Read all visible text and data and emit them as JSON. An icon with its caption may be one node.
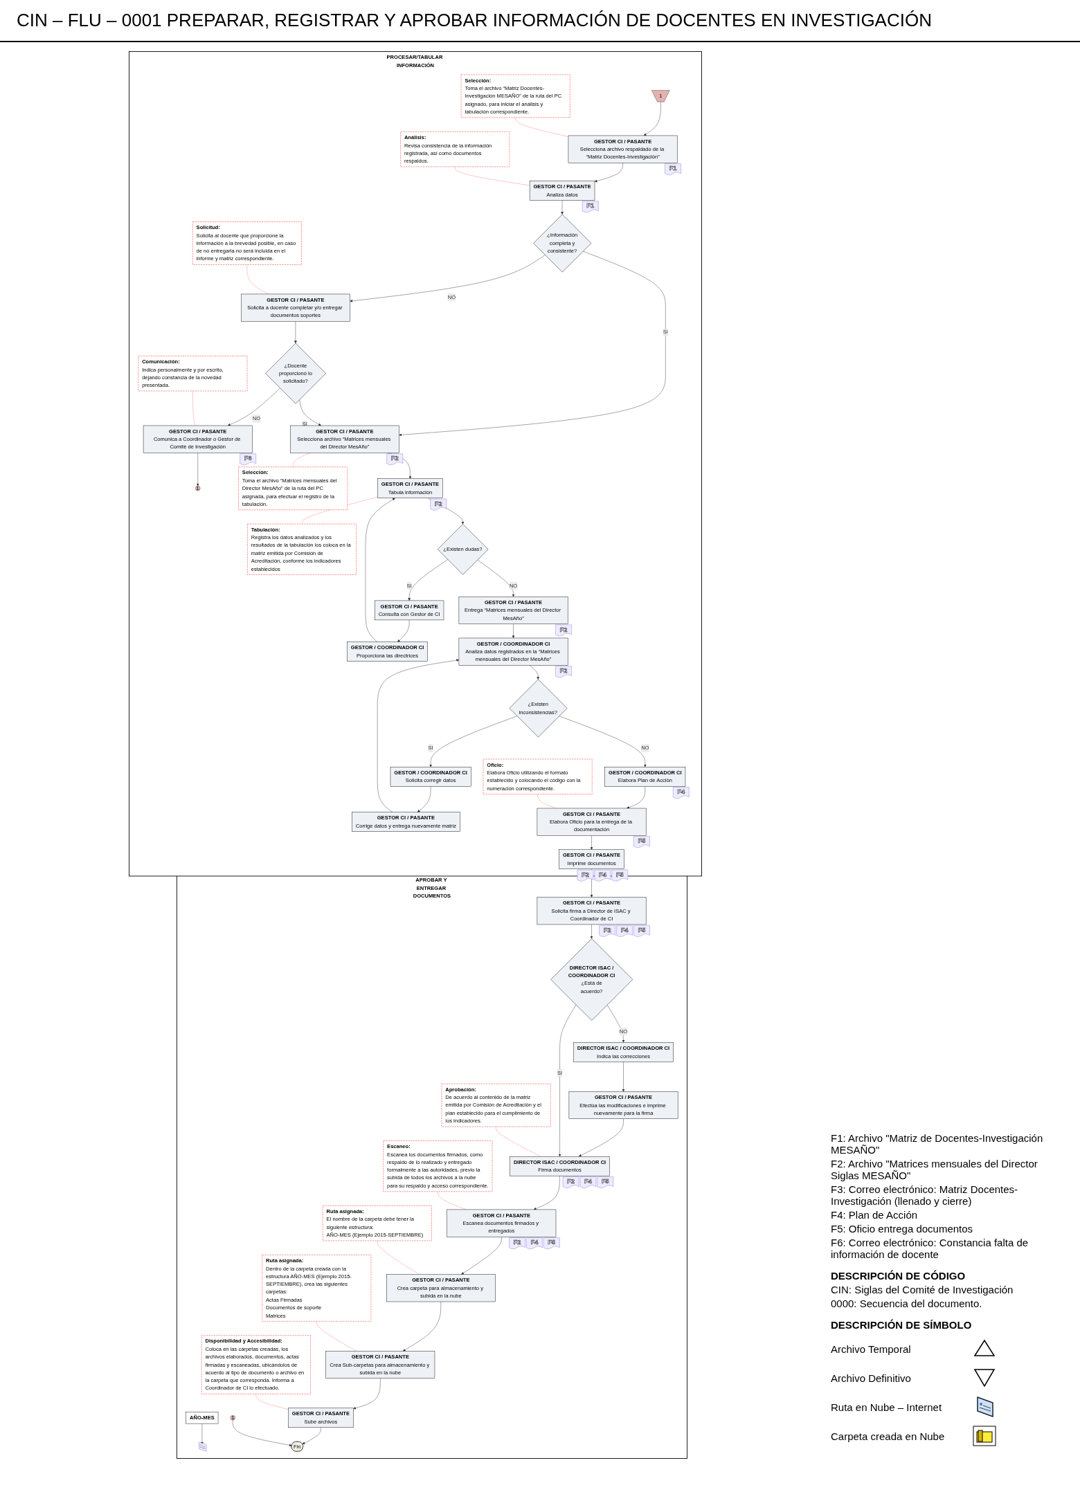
{
  "diagram": {
    "title": "CIN – FLU – 0001 PREPARAR, REGISTRAR Y APROBAR INFORMACIÓN DE DOCENTES EN INVESTIGACIÓN",
    "nodes": [
      {
        "text": [
          "PROCESAR/TABULAR INFORMACIÓN"
        ]
      },
      {
        "text": [
          "1"
        ],
        "in": 0
      },
      {
        "text": [
          "GESTOR CI / PASANTE",
          "Selecciona archivo respaldado de la “Matriz Docentes-Investigación”"
        ],
        "in": 0,
        "beside": [
          "F1"
        ]
      },
      {
        "text": [
          "Selección:",
          "Toma el archivo “Matriz Docentes-Investigación MESAÑO” de la ruta del PC asignado, para iniciar el análisis y tabulación correspondiente."
        ],
        "in": 0
      },
      {
        "text": [
          "GESTOR CI / PASANTE",
          "Analiza datos"
        ],
        "in": 0,
        "beside": [
          "F1"
        ]
      },
      {
        "text": [
          "Análisis:",
          "Revisa consistencia de la información registrada, así como documentos respaldos."
        ],
        "in": 0
      },
      {
        "text": [
          "¿Información completa y consistente?"
        ],
        "in": 0
      },
      {
        "text": [
          "GESTOR CI / PASANTE",
          "Solicita a docente completar y/o entregar documentos soportes"
        ],
        "in": 0
      },
      {
        "text": [
          "Solicitud:",
          "Solicita al docente que proporcione la información a la brevedad posible, en caso de no entregarla no será incluida en el informe y matriz correspondiente."
        ],
        "in": 0
      },
      {
        "text": [
          "¿Docente proporcionó lo solicitado?"
        ],
        "in": 0
      },
      {
        "text": [
          "GESTOR CI / PASANTE",
          "Comunica a Coordinador o Gestor de Comité de Investigación"
        ],
        "in": 0,
        "beside": [
          "F6"
        ]
      },
      {
        "text": [
          "Comunicación:",
          "Indica personalmente y por escrito, dejando constancia de la novedad presentada."
        ],
        "in": 0
      },
      {
        "text": [
          "1"
        ],
        "in": 0
      },
      {
        "text": [
          "GESTOR CI / PASANTE",
          "Selecciona archivo “Matrices mensuales del Director MesAño”"
        ],
        "in": 0,
        "beside": [
          "F2"
        ]
      },
      {
        "text": [
          "Selección:",
          "Toma el archivo “Matrices mensuales del Director MesAño” de la ruta del PC asignada, para efectuar el registro de la tabulación."
        ],
        "in": 0
      },
      {
        "text": [
          "GESTOR CI / PASANTE",
          "Tabula información"
        ],
        "in": 0,
        "beside": [
          "F2"
        ]
      },
      {
        "text": [
          "Tabulación:",
          "Registra los datos analizados y los resultados de la tabulación los coloca en la matriz emitida por Comisión de Acreditación, conforme los indicadores establecidos"
        ],
        "in": 0
      },
      {
        "text": [
          "¿Existen dudas?"
        ],
        "in": 0
      },
      {
        "text": [
          "GESTOR CI / PASANTE",
          "Consulta con Gestor de CI"
        ],
        "in": 0
      },
      {
        "text": [
          "GESTOR / COORDINADOR CI",
          "Proporciona las directrices"
        ],
        "in": 0
      },
      {
        "text": [
          "GESTOR CI / PASANTE",
          "Entrega “Matrices mensuales del Director MesAño”"
        ],
        "in": 0,
        "beside": [
          "F2"
        ]
      },
      {
        "text": [
          "GESTOR / COORDINADOR CI",
          "Analiza datos registrados en la “Matrices mensuales del Director MesAño”"
        ],
        "in": 0,
        "beside": [
          "F2"
        ]
      },
      {
        "text": [
          "¿Existen inconsistencias?"
        ],
        "in": 0
      },
      {
        "text": [
          "GESTOR / COORDINADOR CI",
          "Solicita corregir datos"
        ],
        "in": 0
      },
      {
        "text": [
          "GESTOR CI / PASANTE",
          "Corrige datos y entrega nuevamente matriz"
        ],
        "in": 0
      },
      {
        "text": [
          "GESTOR / COORDINADOR CI",
          "Elabora Plan de Acción"
        ],
        "in": 0,
        "beside": [
          "F4"
        ]
      },
      {
        "text": [
          "GESTOR CI / PASANTE",
          "Elabora Oficio para la entrega de la documentación"
        ],
        "in": 0,
        "beside": [
          "F5"
        ]
      },
      {
        "text": [
          "Oficio:",
          "Elabora Oficio utilizando el formato establecido y colocando el código con la numeración correspondiente."
        ],
        "in": 0
      },
      {
        "text": [
          "GESTOR CI / PASANTE",
          "Imprime documentos"
        ],
        "in": 0,
        "beside": [
          "F2",
          "F4",
          "F5"
        ]
      },
      {
        "text": [
          "APROBAR Y ENTREGAR DOCUMENTOS"
        ]
      },
      {
        "text": [
          "GESTOR CI / PASANTE",
          "Solicita firma a Director de ISAC y Coordinador de CI"
        ],
        "in": 29,
        "beside": [
          "F2",
          "F4",
          "F5"
        ]
      },
      {
        "text": [
          "DIRECTOR ISAC / COORDINADOR CI",
          "¿Está de acuerdo?"
        ],
        "in": 29
      },
      {
        "text": [
          "DIRECTOR ISAC / COORDINADOR CI",
          "Indica las correcciones"
        ],
        "in": 29
      },
      {
        "text": [
          "GESTOR CI / PASANTE",
          "Efectúa las modificaciones e imprime nuevamente para la firma"
        ],
        "in": 29
      },
      {
        "text": [
          "DIRECTOR ISAC / COORDINADOR CI",
          "Firma documentos"
        ],
        "in": 29,
        "beside": [
          "F2",
          "F4",
          "F5"
        ]
      },
      {
        "text": [
          "Aprobación:",
          "De acuerdo al contenido de la matriz emitida por Comisión de Acreditación y el plan establecido para el cumplimiento de los indicadores."
        ],
        "in": 29
      },
      {
        "text": [
          "GESTOR CI / PASANTE",
          "Escanea documentos firmados y entregados"
        ],
        "in": 29,
        "beside": [
          "F2",
          "F4",
          "F5"
        ]
      },
      {
        "text": [
          "Escaneo:",
          "Escanea los documentos firmados, como respaldo de lo realizado y entregado formalmente a las autoridades, previo la subida de todos los archivos a la nube para su respaldo y acceso correspondiente."
        ],
        "in": 29
      },
      {
        "text": [
          "GESTOR CI / PASANTE",
          "Crea carpeta para almacenamiento y subida en la nube"
        ],
        "in": 29
      },
      {
        "text": [
          "Ruta asignada:",
          "El nombre de la carpeta debe tener la siguiente estructura:",
          "AÑO-MES (Ejemplo 2015-SEPTIEMBRE)"
        ],
        "in": 29
      },
      {
        "text": [
          "AÑO-MES"
        ],
        "in": 29
      },
      {
        "text": [],
        "shape": "picture",
        "in": 29
      },
      {
        "text": [
          "GESTOR CI / PASANTE",
          "Crea Sub-carpetas para almacenamiento y subida en la nube"
        ],
        "in": 29
      },
      {
        "text": [
          "Ruta asignada:",
          "Dentro de la carpeta creada con la estructura AÑO-MES (Ejemplo 2015-SEPTIEMBRE), crea las siguientes carpetas:",
          "Actas Firmadas",
          "Documentos de soporte",
          "Matrices"
        ],
        "in": 29
      },
      {
        "text": [
          "GESTOR CI / PASANTE",
          "Sube archivos"
        ],
        "in": 29
      },
      {
        "text": [
          "Disponibilidad y Accesibilidad:",
          "Coloca en las carpetas creadas, los archivos elaborados, documentos, actas firmadas y escaneadas, ubicándolos de acuerdo al tipo de documento o archivo en la carpeta que corresponda. Informa a Coordinador de CI lo efectuado."
        ],
        "in": 29
      },
      {
        "text": [
          "1"
        ],
        "in": 29
      },
      {
        "text": [
          "Fin"
        ],
        "in": 29
      }
    ],
    "edges": [
      {
        "from": 1,
        "to": 2,
        "arrow": "to"
      },
      {
        "from": 3,
        "to": 2,
        "arrow": "none",
        "style": "dashed",
        "color": "#ff0000"
      },
      {
        "from": 2,
        "to": 4,
        "arrow": "to"
      },
      {
        "from": 5,
        "to": 4,
        "arrow": "none",
        "style": "dashed",
        "color": "#ff0000"
      },
      {
        "from": 4,
        "to": 6,
        "arrow": "to"
      },
      {
        "from": 6,
        "to": 13,
        "arrow": "to",
        "label": "SI"
      },
      {
        "from": 6,
        "to": 7,
        "arrow": "to",
        "label": "NO"
      },
      {
        "from": 8,
        "to": 7,
        "arrow": "none",
        "style": "dashed",
        "color": "#ff0000"
      },
      {
        "from": 7,
        "to": 9,
        "arrow": "to"
      },
      {
        "from": 9,
        "to": 10,
        "arrow": "to",
        "label": "NO"
      },
      {
        "from": 11,
        "to": 10,
        "arrow": "none",
        "style": "dashed",
        "color": "#ff0000"
      },
      {
        "from": 10,
        "to": 12,
        "arrow": "to"
      },
      {
        "from": 9,
        "to": 13,
        "arrow": "to",
        "label": "SI"
      },
      {
        "from": 13,
        "to": 14,
        "arrow": "none",
        "style": "dashed",
        "color": "#ff0000"
      },
      {
        "from": 13,
        "to": 15,
        "arrow": "to"
      },
      {
        "from": 15,
        "to": 16,
        "arrow": "none",
        "style": "dashed",
        "color": "#ff0000"
      },
      {
        "from": 15,
        "to": 17,
        "arrow": "to"
      },
      {
        "from": 17,
        "to": 18,
        "arrow": "to",
        "label": "SI"
      },
      {
        "from": 18,
        "to": 19,
        "arrow": "to"
      },
      {
        "from": 19,
        "to": 15,
        "arrow": "to"
      },
      {
        "from": 17,
        "to": 20,
        "arrow": "to",
        "label": "NO"
      },
      {
        "from": 20,
        "to": 21,
        "arrow": "to"
      },
      {
        "from": 21,
        "to": 22,
        "arrow": "to"
      },
      {
        "from": 22,
        "to": 23,
        "arrow": "to",
        "label": "SI"
      },
      {
        "from": 23,
        "to": 24,
        "arrow": "to"
      },
      {
        "from": 24,
        "to": 21,
        "arrow": "to"
      },
      {
        "from": 22,
        "to": 25,
        "arrow": "to",
        "label": "NO"
      },
      {
        "from": 25,
        "to": 26,
        "arrow": "to"
      },
      {
        "from": 27,
        "to": 26,
        "arrow": "none",
        "style": "dashed",
        "color": "#ff0000"
      },
      {
        "from": 26,
        "to": 28,
        "arrow": "to"
      },
      {
        "from": 28,
        "to": 30,
        "arrow": "to"
      },
      {
        "from": 30,
        "to": 31,
        "arrow": "to"
      },
      {
        "from": 31,
        "to": 32,
        "arrow": "to",
        "label": "NO"
      },
      {
        "from": 32,
        "to": 33,
        "arrow": "to"
      },
      {
        "from": 33,
        "to": 34,
        "arrow": "to"
      },
      {
        "from": 31,
        "to": 34,
        "arrow": "to",
        "label": "SI"
      },
      {
        "from": 35,
        "to": 34,
        "arrow": "none",
        "style": "dashed",
        "color": "#ff0000"
      },
      {
        "from": 34,
        "to": 36,
        "arrow": "to"
      },
      {
        "from": 37,
        "to": 36,
        "arrow": "none",
        "style": "dashed",
        "color": "#ff0000"
      },
      {
        "from": 36,
        "to": 38,
        "arrow": "to"
      },
      {
        "from": 39,
        "to": 38,
        "arrow": "none",
        "style": "dashed",
        "color": "#ff0000"
      },
      {
        "from": 40,
        "to": 41,
        "arrow": "to"
      },
      {
        "from": 38,
        "to": 42,
        "arrow": "to"
      },
      {
        "from": 43,
        "to": 42,
        "arrow": "none",
        "style": "dashed",
        "color": "#ff0000"
      },
      {
        "from": 42,
        "to": 44,
        "arrow": "to"
      },
      {
        "from": 45,
        "to": 44,
        "arrow": "none",
        "style": "dashed",
        "color": "#ff0000"
      },
      {
        "from": 44,
        "to": 47,
        "arrow": "to"
      },
      {
        "from": 46,
        "to": 47,
        "arrow": "to"
      }
    ],
    "labels": [
      "F1: Archivo \"Matriz de Docentes-Investigación MESAÑO\"",
      "F2: Archivo \"Matrices mensuales del Director Siglas MESAÑO\"",
      "F3: Correo electrónico: Matriz Docentes-Investigación (llenado y cierre)",
      "F4: Plan de Acción",
      "F5: Oficio entrega documentos",
      "F6: Correo electrónico: Constancia falta de información de docente",
      "DESCRIPCIÓN DE CÓDIGO",
      "CIN: Siglas del Comité de Investigación",
      "0000: Secuencia del documento.",
      "DESCRIPCIÓN DE SÍMBOLO"
    ],
    "legend": [
      {
        "text": "Archivo Temporal"
      },
      {
        "text": "Archivo Definitivo"
      },
      {
        "text": "Ruta en Nube – Internet"
      },
      {
        "text": "Carpeta creada en Nube"
      }
    ]
  }
}
